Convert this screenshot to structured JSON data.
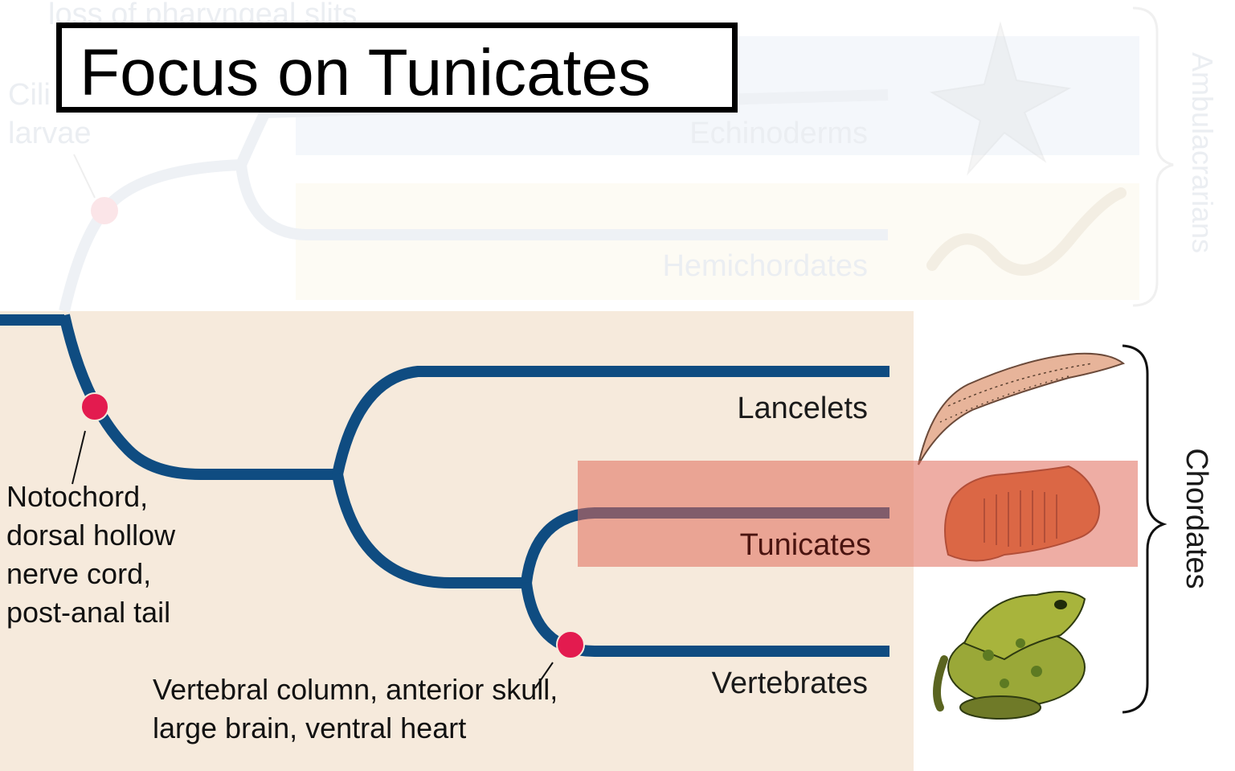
{
  "title": "Focus on Tunicates",
  "faded": {
    "top_cut_text": "loss of pharyngeal slits",
    "cilia_line1": "Cili",
    "cilia_line2": "larvae",
    "echinoderms": "Echinoderms",
    "hemichordates": "Hemichordates",
    "ambulacrarians": "Ambulacrarians"
  },
  "taxa": {
    "lancelets": "Lancelets",
    "tunicates": "Tunicates",
    "vertebrates": "Vertebrates"
  },
  "group_label": "Chordates",
  "characters": {
    "notochord": [
      "Notochord,",
      "dorsal hollow",
      "nerve cord,",
      "post-anal tail"
    ],
    "vertebral": [
      "Vertebral column, anterior skull,",
      "large brain, ventral heart"
    ]
  },
  "colors": {
    "branch": "#0f4c81",
    "node": "#e31b4f",
    "panel": "#f6eadc",
    "highlight": "#e06a5a"
  },
  "icons": [
    "starfish-icon",
    "acorn-worm-icon",
    "lancelet-icon",
    "tunicate-icon",
    "frog-icon"
  ]
}
